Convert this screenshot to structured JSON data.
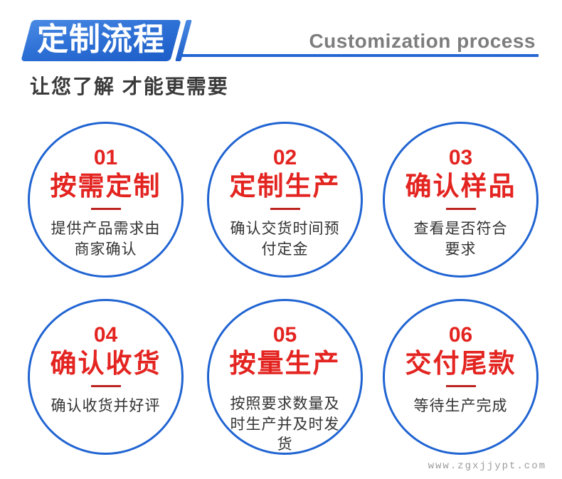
{
  "header": {
    "banner_title": "定制流程",
    "subtitle_en": "Customization process",
    "tagline": "让您了解  才能更需要"
  },
  "steps": [
    {
      "number": "01",
      "title": "按需定制",
      "desc": "提供产品需求由\n商家确认"
    },
    {
      "number": "02",
      "title": "定制生产",
      "desc": "确认交货时间预\n付定金"
    },
    {
      "number": "03",
      "title": "确认样品",
      "desc": "查看是否符合\n要求"
    },
    {
      "number": "04",
      "title": "确认收货",
      "desc": "确认收货并好评"
    },
    {
      "number": "05",
      "title": "按量生产",
      "desc": "按照要求数量及\n时生产并及时发\n货"
    },
    {
      "number": "06",
      "title": "交付尾款",
      "desc": "等待生产完成"
    }
  ],
  "watermark": "www.zgxjjypt.com",
  "colors": {
    "accent_blue": "#2064d2",
    "banner_gradient_start": "#4a8ae4",
    "banner_gradient_end": "#1c5dc8",
    "accent_red": "#e32420",
    "underline_red": "#bb2420",
    "text_dark": "#333333",
    "subtitle_gray": "#7d7d7d",
    "watermark_gray": "#9b9b9b"
  }
}
